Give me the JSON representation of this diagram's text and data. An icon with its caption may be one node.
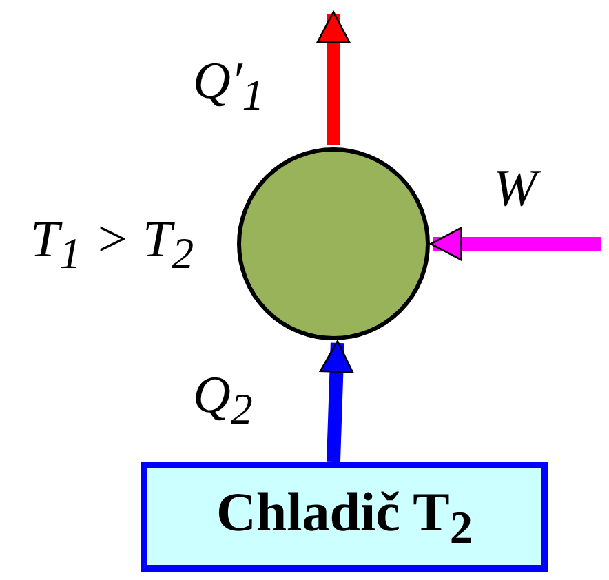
{
  "diagram": {
    "nodes": [
      {
        "text": [],
        "shape": "circle"
      },
      {
        "text": [
          "Chladič T$_{2}$"
        ]
      }
    ],
    "edges": [
      {
        "from": 0,
        "to": null,
        "arrow": "to",
        "label": "Q′$_{1}$",
        "color": "#ff0000"
      },
      {
        "from": null,
        "to": 0,
        "arrow": "to",
        "label": "W",
        "color": "#ff00ff"
      },
      {
        "from": 1,
        "to": 0,
        "arrow": "to",
        "label": "Q$_{2}$",
        "color": "#0000ff"
      }
    ],
    "labels": [
      "T$_{1}$ > T$_{2}$"
    ]
  }
}
